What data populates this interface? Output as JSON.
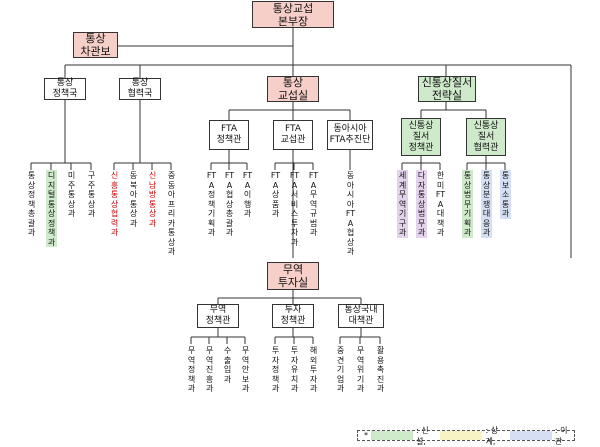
{
  "top": {
    "line1": "통상교섭",
    "line2": "본부장"
  },
  "vice": {
    "line1": "통상",
    "line2": "차관보"
  },
  "bureaus": {
    "policy": {
      "line1": "통상",
      "line2": "정책국"
    },
    "coop": {
      "line1": "통상",
      "line2": "협력국"
    },
    "nego": {
      "line1": "통상",
      "line2": "교섭실"
    },
    "order": {
      "line1": "신통상질서",
      "line2": "전략실"
    }
  },
  "subs": {
    "fta_policy": {
      "line1": "FTA",
      "line2": "정책관"
    },
    "fta_nego": {
      "line1": "FTA",
      "line2": "교섭관"
    },
    "ea_fta": {
      "line1": "동아시아",
      "line2": "FTA추진단"
    },
    "order_policy": {
      "line1": "신통상",
      "line2": "질서",
      "line3": "정책관"
    },
    "order_coop": {
      "line1": "신통상",
      "line2": "질서",
      "line3": "협력관"
    }
  },
  "divs": {
    "policy": [
      "통상정책총괄과",
      "디지털통상정책과",
      "미주통상과",
      "구주통상과"
    ],
    "coop": [
      "신흥통상협력과",
      "동북아통상과",
      "신남방통상과",
      "중동아프리카통상과"
    ],
    "fta_policy": [
      "FTA정책기획과",
      "FTA협상총괄과",
      "FTA이행과"
    ],
    "fta_nego": [
      "FTA상품과",
      "FTA서비스투자과",
      "FTA무역규범과"
    ],
    "ea_fta": [
      "동아시아FTA협상과"
    ],
    "order_policy": [
      "세계무역기구과",
      "다자통상법무과",
      "한미FTA대책과"
    ],
    "order_coop": [
      "통상법무기획과",
      "통상분쟁대응과",
      "통보소통과"
    ]
  },
  "trade": {
    "line1": "무역",
    "line2": "투자실"
  },
  "trade_subs": {
    "trade_policy": {
      "line1": "무역",
      "line2": "정책관"
    },
    "invest_policy": {
      "line1": "투자",
      "line2": "정책관"
    },
    "domestic": {
      "line1": "통상국내",
      "line2": "대책관"
    }
  },
  "trade_divs": {
    "trade_policy": [
      "무역정책과",
      "무역진흥과",
      "수출입과",
      "무역안보과"
    ],
    "invest_policy": [
      "투자정책과",
      "투자유치과",
      "해외투자과"
    ],
    "domestic": [
      "중견기업과",
      "무역위기과",
      "활용촉진과"
    ]
  },
  "legend": {
    "star": "*",
    "new": ": 신설,",
    "upgrade": ": 상계,",
    "moved": ": 이관"
  },
  "colors": {
    "pink": "#f6cfc8",
    "green": "#cfeacb",
    "purple": "#e3d2ec",
    "blue": "#d6def4"
  }
}
